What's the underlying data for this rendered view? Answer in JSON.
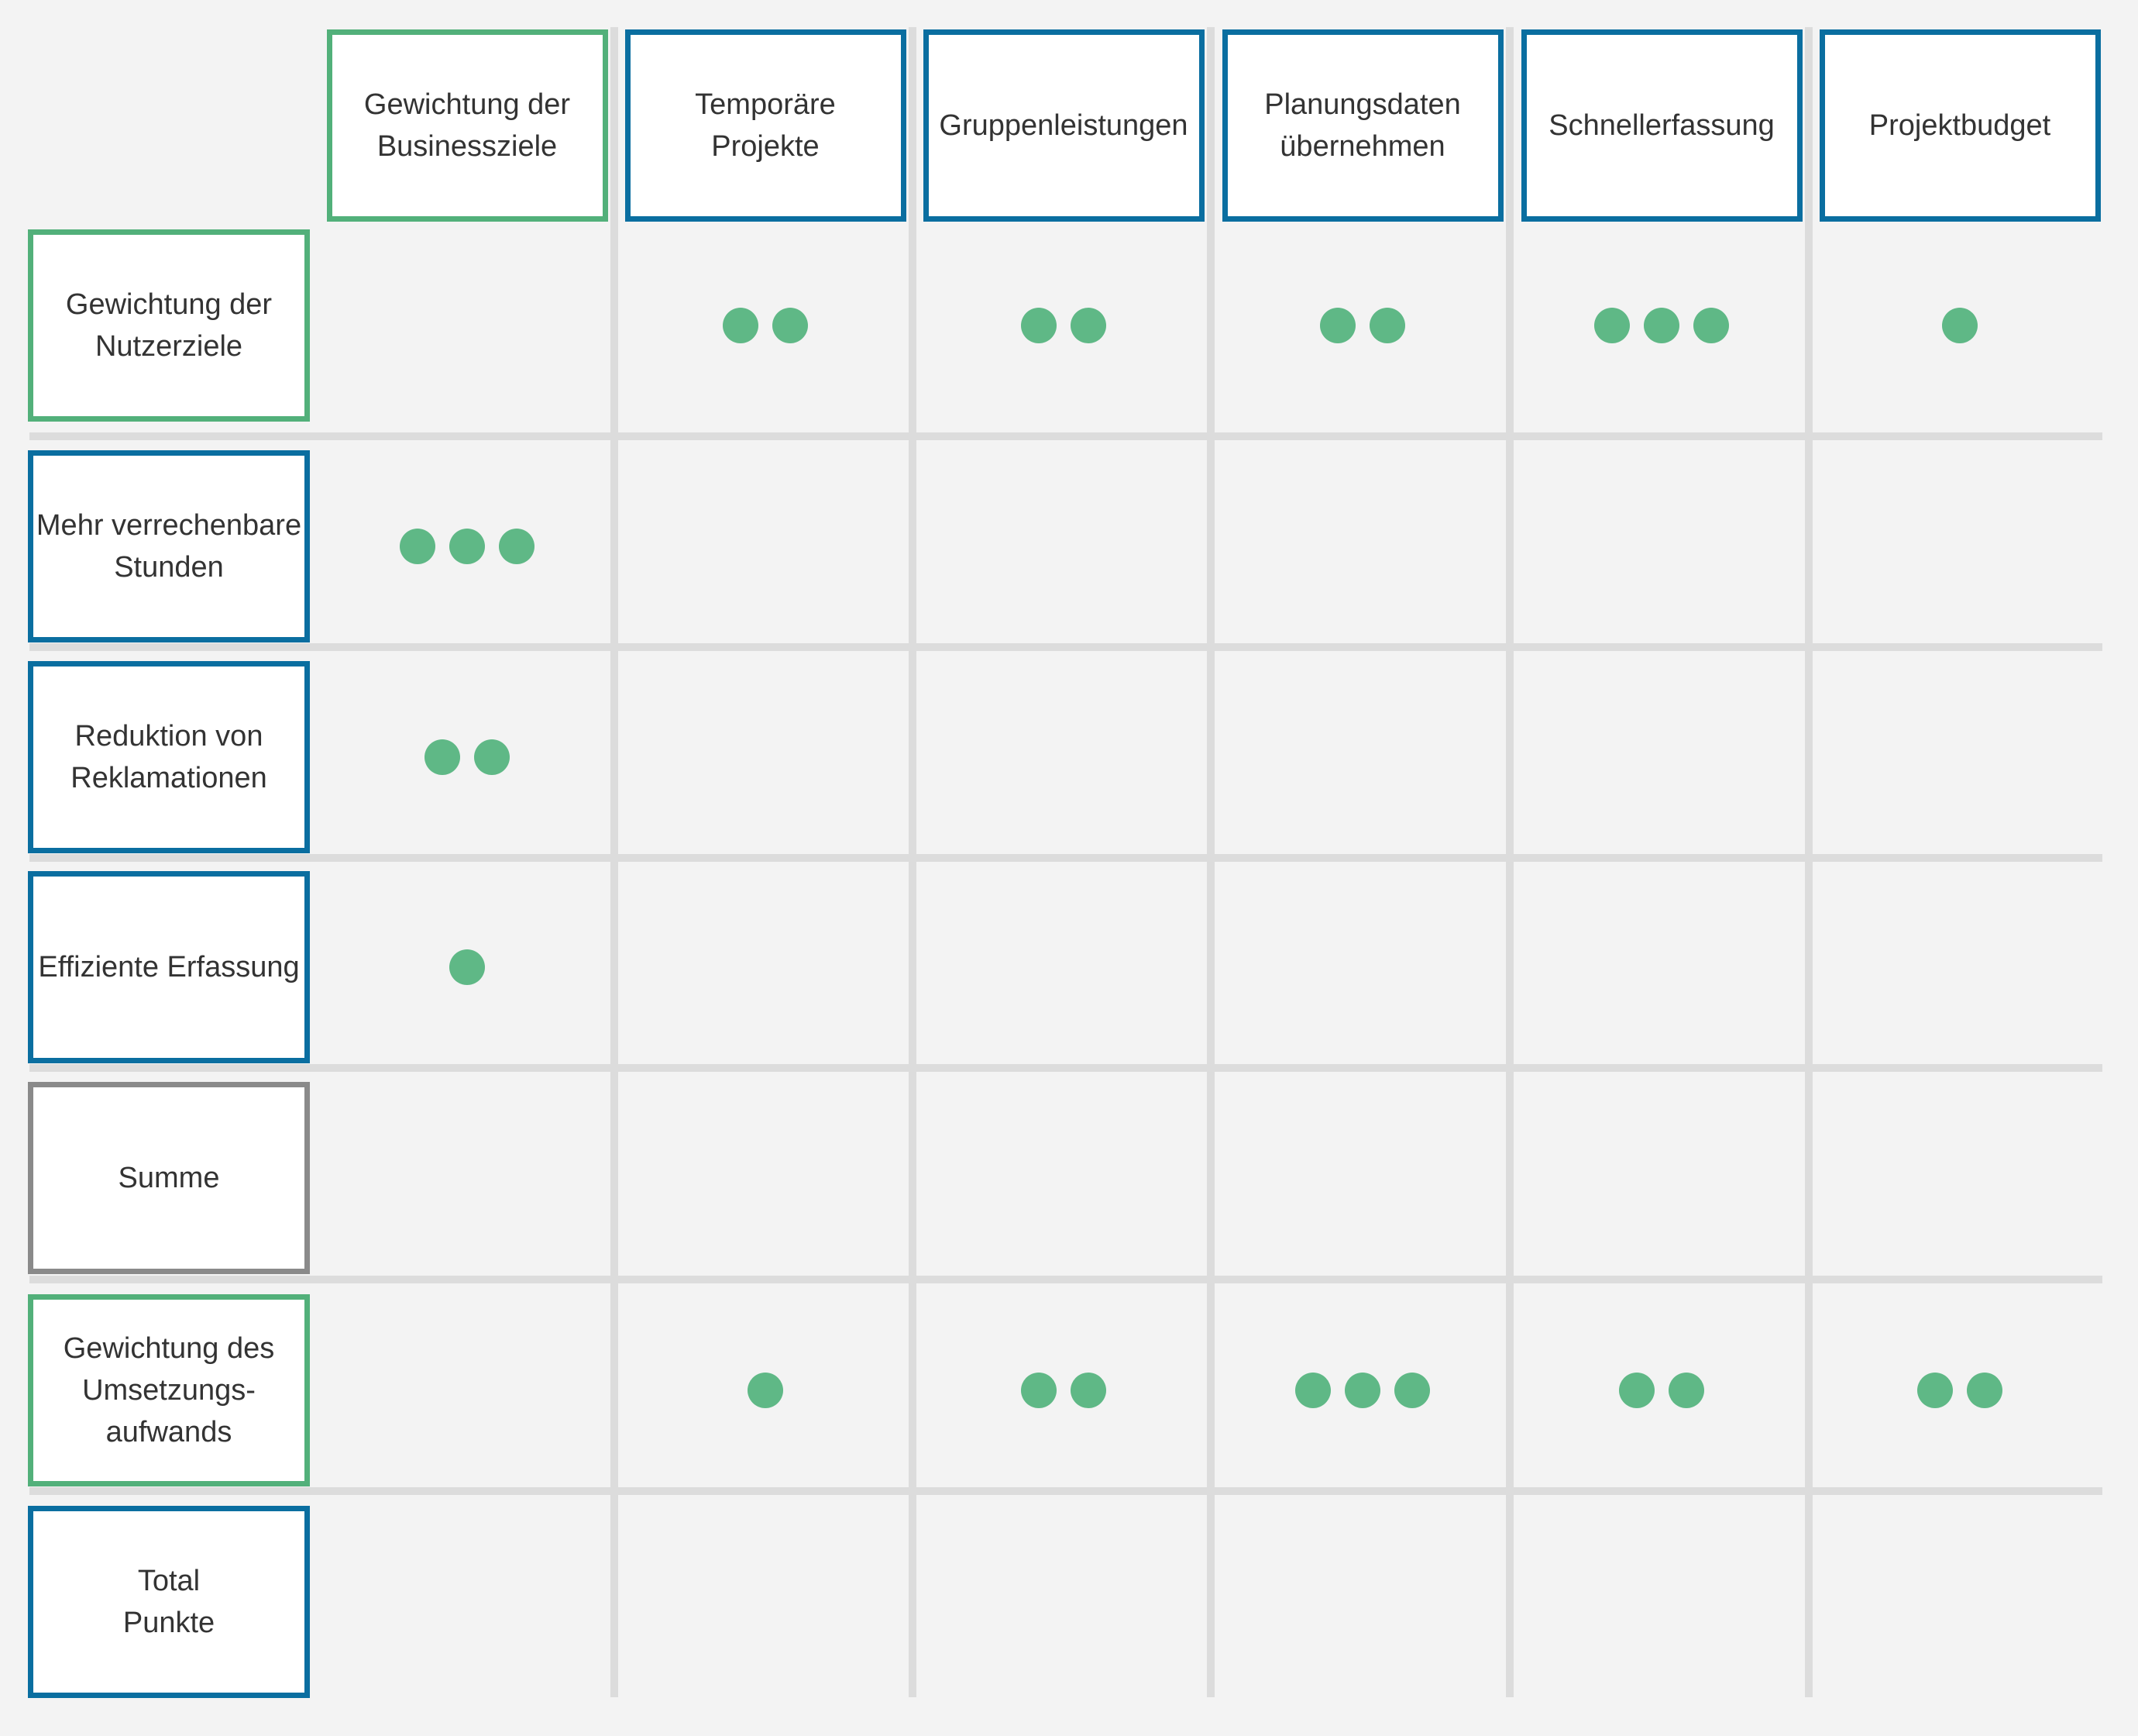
{
  "colors": {
    "business_accent": "#52b07a",
    "feature_accent": "#0a6ea0",
    "sum_accent": "#8a8a8a",
    "dot": "#5fb886",
    "grid": "#dcdcdc",
    "background": "#f3f3f3"
  },
  "columns": [
    {
      "id": "business",
      "label": "Gewichtung der\nBusinessziele",
      "accent": "green"
    },
    {
      "id": "temp",
      "label": "Temporäre\nProjekte",
      "accent": "blue"
    },
    {
      "id": "gruppen",
      "label": "Gruppenleistungen",
      "accent": "blue"
    },
    {
      "id": "planung",
      "label": "Planungsdaten\nübernehmen",
      "accent": "blue"
    },
    {
      "id": "schnell",
      "label": "Schnellerfassung",
      "accent": "blue"
    },
    {
      "id": "budget",
      "label": "Projektbudget",
      "accent": "blue"
    }
  ],
  "rows": [
    {
      "id": "nutzer",
      "label": "Gewichtung der\nNutzerziele",
      "accent": "green",
      "dots": [
        0,
        2,
        2,
        2,
        3,
        1
      ]
    },
    {
      "id": "stunden",
      "label": "Mehr verrechenbare\nStunden",
      "accent": "blue",
      "dots": [
        3,
        0,
        0,
        0,
        0,
        0
      ]
    },
    {
      "id": "reklamationen",
      "label": "Reduktion von\nReklamationen",
      "accent": "blue",
      "dots": [
        2,
        0,
        0,
        0,
        0,
        0
      ]
    },
    {
      "id": "erfassung",
      "label": "Effiziente Erfassung",
      "accent": "blue",
      "dots": [
        1,
        0,
        0,
        0,
        0,
        0
      ]
    },
    {
      "id": "summe",
      "label": "Summe",
      "accent": "gray",
      "dots": [
        0,
        0,
        0,
        0,
        0,
        0
      ]
    },
    {
      "id": "aufwand",
      "label": "Gewichtung des\nUmsetzungs-\naufwands",
      "accent": "green",
      "dots": [
        0,
        1,
        2,
        3,
        2,
        2
      ]
    },
    {
      "id": "total",
      "label": "Total\nPunkte",
      "accent": "blue",
      "dots": [
        0,
        0,
        0,
        0,
        0,
        0
      ]
    }
  ]
}
